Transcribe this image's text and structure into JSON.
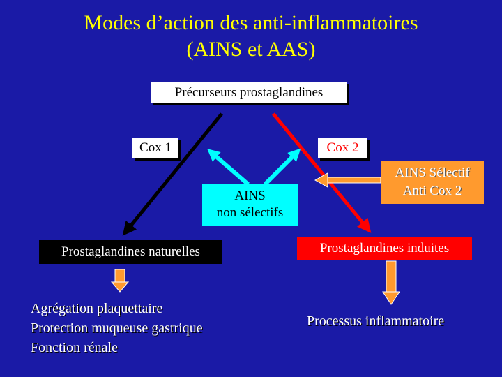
{
  "title": {
    "line1": "Modes d’action des anti-inflammatoires",
    "line2": "(AINS et AAS)"
  },
  "nodes": {
    "precursors": "Précurseurs prostaglandines",
    "cox1": "Cox 1",
    "cox2": "Cox 2",
    "ains_nonselective": {
      "line1": "AINS",
      "line2": "non sélectifs"
    },
    "ains_selective": {
      "line1": "AINS Sélectif",
      "line2": "Anti Cox 2"
    },
    "natural_prostaglandins": "Prostaglandines naturelles",
    "induced_prostaglandins": "Prostaglandines induites"
  },
  "effects": {
    "natural": [
      "Agrégation plaquettaire",
      "Protection muqueuse gastrique",
      "Fonction rénale"
    ],
    "induced": "Processus inflammatoire"
  },
  "colors": {
    "background": "#1a1aa6",
    "title": "#ffff00",
    "cox1_path": "#000000",
    "cox2_path": "#ff0000",
    "nonselective_arrows": "#00ffff",
    "selective_arrow": "#ff9a2e"
  }
}
